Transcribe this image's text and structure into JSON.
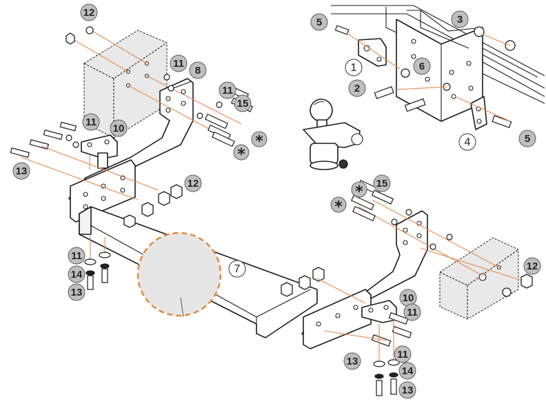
{
  "callouts": [
    {
      "id": "c12a",
      "label": "12",
      "style": "filled"
    },
    {
      "id": "c11a",
      "label": "11",
      "style": "filled"
    },
    {
      "id": "c8",
      "label": "8",
      "style": "filled"
    },
    {
      "id": "c11b",
      "label": "11",
      "style": "filled"
    },
    {
      "id": "c15a",
      "label": "15",
      "style": "filled"
    },
    {
      "id": "c11c",
      "label": "11",
      "style": "filled"
    },
    {
      "id": "c10a",
      "label": "10",
      "style": "filled"
    },
    {
      "id": "c13a",
      "label": "13",
      "style": "filled"
    },
    {
      "id": "c12b",
      "label": "12",
      "style": "filled"
    },
    {
      "id": "c11d",
      "label": "11",
      "style": "filled"
    },
    {
      "id": "c14a",
      "label": "14",
      "style": "filled"
    },
    {
      "id": "c13b",
      "label": "13",
      "style": "filled"
    },
    {
      "id": "c7",
      "label": "7",
      "style": "outline"
    },
    {
      "id": "c15b",
      "label": "15",
      "style": "filled"
    },
    {
      "id": "c12c",
      "label": "12",
      "style": "filled"
    },
    {
      "id": "c10b",
      "label": "10",
      "style": "filled"
    },
    {
      "id": "c11e",
      "label": "11",
      "style": "filled"
    },
    {
      "id": "c13c",
      "label": "13",
      "style": "filled"
    },
    {
      "id": "c11f",
      "label": "11",
      "style": "filled"
    },
    {
      "id": "c14b",
      "label": "14",
      "style": "filled"
    },
    {
      "id": "c13d",
      "label": "13",
      "style": "filled"
    },
    {
      "id": "c5a",
      "label": "5",
      "style": "filled"
    },
    {
      "id": "c3",
      "label": "3",
      "style": "filled"
    },
    {
      "id": "c1",
      "label": "1",
      "style": "outline"
    },
    {
      "id": "c6",
      "label": "6",
      "style": "filled"
    },
    {
      "id": "c2",
      "label": "2",
      "style": "filled"
    },
    {
      "id": "c4",
      "label": "4",
      "style": "outline"
    },
    {
      "id": "c5b",
      "label": "5",
      "style": "filled"
    }
  ],
  "star_markers": [
    {
      "id": "s1",
      "label": "*"
    },
    {
      "id": "s2",
      "label": "*"
    },
    {
      "id": "s3",
      "label": "*"
    },
    {
      "id": "s4",
      "label": "*"
    }
  ],
  "colors": {
    "guide_line": "#e5894a",
    "callout_fill": "#bfbfbf",
    "placeholder_border": "#e08a3c"
  }
}
